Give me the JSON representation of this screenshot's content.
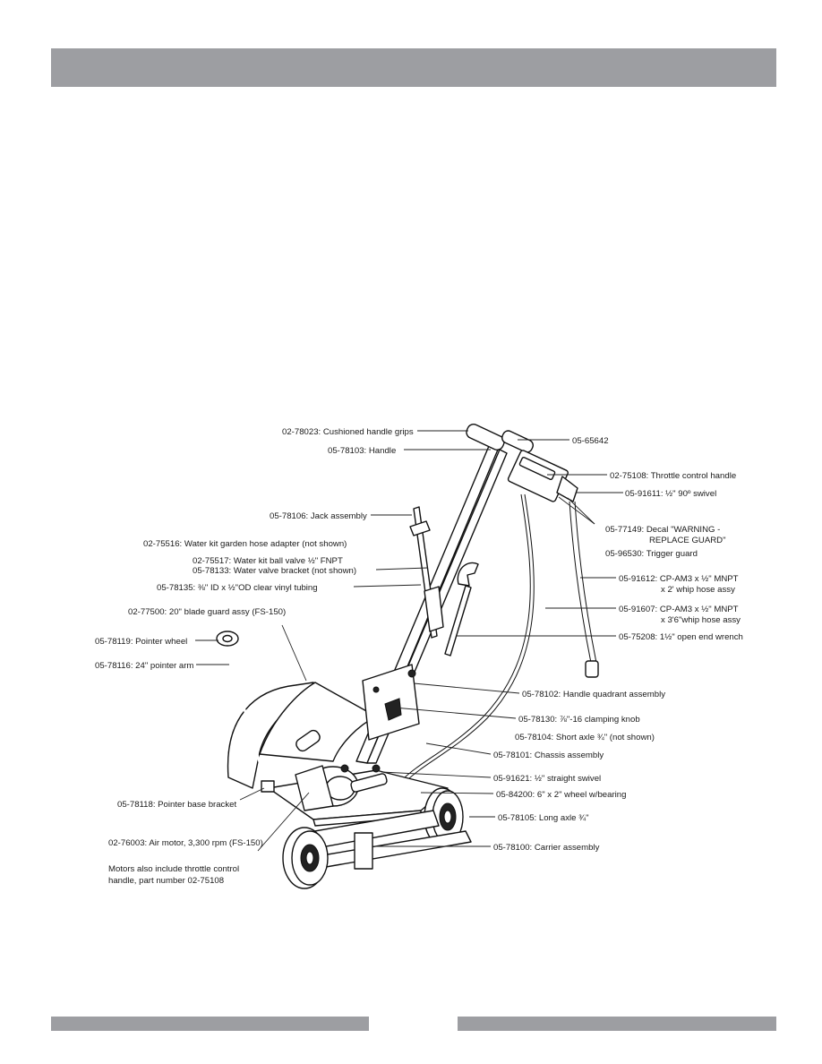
{
  "callouts": [
    {
      "id": "handle-grips",
      "text": "02-78023: Cushioned handle grips"
    },
    {
      "id": "handle",
      "text": "05-78103: Handle"
    },
    {
      "id": "jack",
      "text": "05-78106: Jack assembly"
    },
    {
      "id": "hose-adapter",
      "text": "02-75516: Water kit garden hose adapter (not shown)"
    },
    {
      "id": "ball-valve",
      "text": "02-75517: Water kit ball valve ½\" FNPT"
    },
    {
      "id": "valve-bracket",
      "text": "05-78133: Water valve bracket (not shown)"
    },
    {
      "id": "vinyl-tubing",
      "text": "05-78135: ⅜\" ID x ½\"OD clear vinyl tubing"
    },
    {
      "id": "blade-guard",
      "text": "02-77500: 20\" blade guard assy (FS-150)"
    },
    {
      "id": "pointer-wheel",
      "text": "05-78119: Pointer wheel"
    },
    {
      "id": "pointer-arm",
      "text": "05-78116: 24\" pointer arm"
    },
    {
      "id": "pointer-base",
      "text": "05-78118: Pointer base bracket"
    },
    {
      "id": "air-motor",
      "text": "02-76003: Air motor, 3,300 rpm (FS-150)"
    },
    {
      "id": "motor-note-1",
      "text": "Motors also include throttle control"
    },
    {
      "id": "motor-note-2",
      "text": "handle, part number 02-75108"
    },
    {
      "id": "part-65642",
      "text": "05-65642"
    },
    {
      "id": "throttle",
      "text": "02-75108: Throttle control handle"
    },
    {
      "id": "swivel-90",
      "text": "05-91611: ½\" 90º swivel"
    },
    {
      "id": "decal-1",
      "text": "05-77149:  Decal \"WARNING -"
    },
    {
      "id": "decal-2",
      "text": "REPLACE GUARD\""
    },
    {
      "id": "trigger-guard",
      "text": "05-96530:  Trigger guard"
    },
    {
      "id": "whip-2-1",
      "text": "05-91612:  CP-AM3 x ½\" MNPT"
    },
    {
      "id": "whip-2-2",
      "text": "x 2' whip hose assy"
    },
    {
      "id": "whip-36-1",
      "text": "05-91607:  CP-AM3 x ½\" MNPT"
    },
    {
      "id": "whip-36-2",
      "text": "x 3'6\"whip  hose assy"
    },
    {
      "id": "wrench",
      "text": "05-75208: 1½\" open end wrench"
    },
    {
      "id": "quadrant",
      "text": "05-78102: Handle quadrant assembly"
    },
    {
      "id": "clamp-knob",
      "text": "05-78130: ⅞\"-16 clamping knob"
    },
    {
      "id": "short-axle",
      "text": "05-78104: Short axle ¾\" (not shown)"
    },
    {
      "id": "chassis",
      "text": "05-78101: Chassis assembly"
    },
    {
      "id": "straight-swivel",
      "text": "05-91621: ½\" straight swivel"
    },
    {
      "id": "wheel",
      "text": "05-84200: 6\" x 2\" wheel w/bearing"
    },
    {
      "id": "long-axle",
      "text": "05-78105: Long axle ¾\""
    },
    {
      "id": "carrier",
      "text": "05-78100: Carrier assembly"
    }
  ]
}
